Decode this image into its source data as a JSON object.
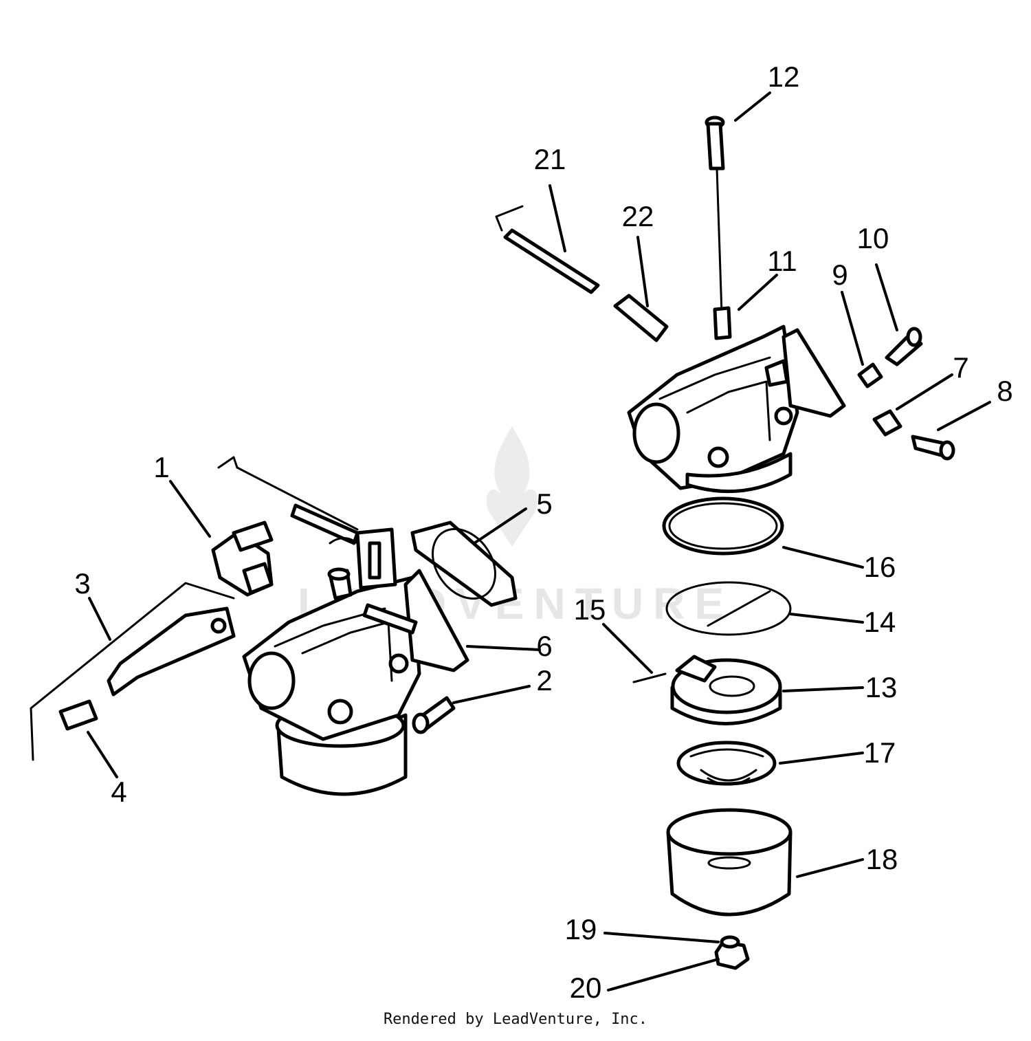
{
  "diagram": {
    "callouts": [
      {
        "id": "1",
        "label": "1"
      },
      {
        "id": "2",
        "label": "2"
      },
      {
        "id": "3",
        "label": "3"
      },
      {
        "id": "4",
        "label": "4"
      },
      {
        "id": "5",
        "label": "5"
      },
      {
        "id": "6",
        "label": "6"
      },
      {
        "id": "7",
        "label": "7"
      },
      {
        "id": "8",
        "label": "8"
      },
      {
        "id": "9",
        "label": "9"
      },
      {
        "id": "10",
        "label": "10"
      },
      {
        "id": "11",
        "label": "11"
      },
      {
        "id": "12",
        "label": "12"
      },
      {
        "id": "13",
        "label": "13"
      },
      {
        "id": "14",
        "label": "14"
      },
      {
        "id": "15",
        "label": "15"
      },
      {
        "id": "16",
        "label": "16"
      },
      {
        "id": "17",
        "label": "17"
      },
      {
        "id": "18",
        "label": "18"
      },
      {
        "id": "19",
        "label": "19"
      },
      {
        "id": "20",
        "label": "20"
      },
      {
        "id": "21",
        "label": "21"
      },
      {
        "id": "22",
        "label": "22"
      }
    ]
  },
  "watermark": {
    "text": "LEADVENTURE",
    "icon": "flame-v-logo-icon"
  },
  "footer": {
    "text": "Rendered by LeadVenture, Inc."
  }
}
